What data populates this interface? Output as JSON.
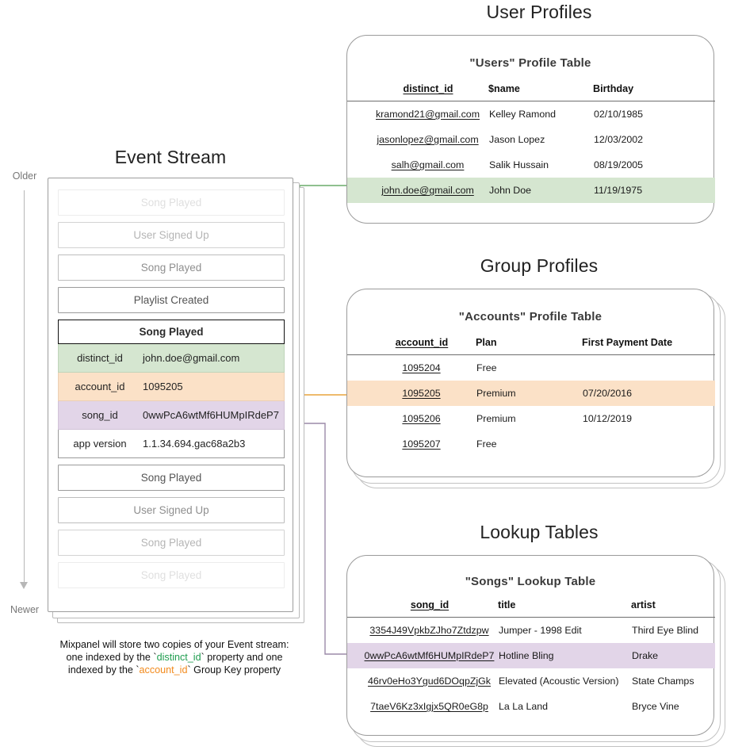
{
  "timeline": {
    "older_label": "Older",
    "newer_label": "Newer"
  },
  "event_stream": {
    "title": "Event Stream",
    "events_before": [
      "Song Played",
      "User Signed Up",
      "Song Played",
      "Playlist Created"
    ],
    "events_after": [
      "Song Played",
      "User Signed Up",
      "Song Played",
      "Song Played"
    ],
    "selected_event": {
      "name": "Song Played",
      "properties": [
        {
          "key": "distinct_id",
          "value": "john.doe@gmail.com",
          "highlight": "green"
        },
        {
          "key": "account_id",
          "value": "1095205",
          "highlight": "orange"
        },
        {
          "key": "song_id",
          "value": "0wwPcA6wtMf6HUMpIRdeP7",
          "highlight": "purple"
        },
        {
          "key": "app version",
          "value": "1.1.34.694.gac68a2b3",
          "highlight": "none"
        }
      ]
    },
    "caption": {
      "line1": "Mixpanel will store two copies of your Event stream:",
      "line2_pre": "one indexed by the `",
      "line2_kw": "distinct_id",
      "line2_post": "` property and one",
      "line3_pre": "indexed by the `",
      "line3_kw": "account_id",
      "line3_post": "` Group Key property"
    }
  },
  "user_profiles": {
    "section_title": "User Profiles",
    "table_title": "\"Users\" Profile Table",
    "columns": [
      "distinct_id",
      "$name",
      "Birthday"
    ],
    "rows": [
      {
        "id": "kramond21@gmail.com",
        "name": "Kelley Ramond",
        "birthday": "02/10/1985",
        "highlight": "none"
      },
      {
        "id": "jasonlopez@gmail.com",
        "name": "Jason Lopez",
        "birthday": "12/03/2002",
        "highlight": "none"
      },
      {
        "id": "salh@gmail.com",
        "name": "Salik Hussain",
        "birthday": "08/19/2005",
        "highlight": "none"
      },
      {
        "id": "john.doe@gmail.com",
        "name": "John Doe",
        "birthday": "11/19/1975",
        "highlight": "green"
      }
    ]
  },
  "group_profiles": {
    "section_title": "Group Profiles",
    "table_title": "\"Accounts\" Profile Table",
    "columns": [
      "account_id",
      "Plan",
      "First Payment Date"
    ],
    "rows": [
      {
        "id": "1095204",
        "plan": "Free",
        "first_payment": "",
        "highlight": "none"
      },
      {
        "id": "1095205",
        "plan": "Premium",
        "first_payment": "07/20/2016",
        "highlight": "orange"
      },
      {
        "id": "1095206",
        "plan": "Premium",
        "first_payment": "10/12/2019",
        "highlight": "none"
      },
      {
        "id": "1095207",
        "plan": "Free",
        "first_payment": "",
        "highlight": "none"
      }
    ]
  },
  "lookup_tables": {
    "section_title": "Lookup Tables",
    "table_title": "\"Songs\" Lookup Table",
    "columns": [
      "song_id",
      "title",
      "artist"
    ],
    "rows": [
      {
        "id": "3354J49VpkbZJho7Ztdzpw",
        "title": "Jumper - 1998 Edit",
        "artist": "Third Eye Blind",
        "highlight": "none"
      },
      {
        "id": "0wwPcA6wtMf6HUMpIRdeP7",
        "title": "Hotline Bling",
        "artist": "Drake",
        "highlight": "purple"
      },
      {
        "id": "46rv0eHo3Ygud6DOqpZjGk",
        "title": "Elevated (Acoustic Version)",
        "artist": "State Champs",
        "highlight": "none"
      },
      {
        "id": "7taeV6Kz3xIgjx5QR0eG8p",
        "title": "La La Land",
        "artist": "Bryce Vine",
        "highlight": "none"
      }
    ]
  },
  "colors": {
    "green": "#d5e6d0",
    "orange": "#fbe1c7",
    "purple": "#e2d5e8",
    "green_wire": "#6aab6a",
    "orange_wire": "#e8a33c",
    "purple_wire": "#9b8aa8",
    "keyword_green": "#1f9d4f",
    "keyword_orange": "#f28a1c"
  }
}
